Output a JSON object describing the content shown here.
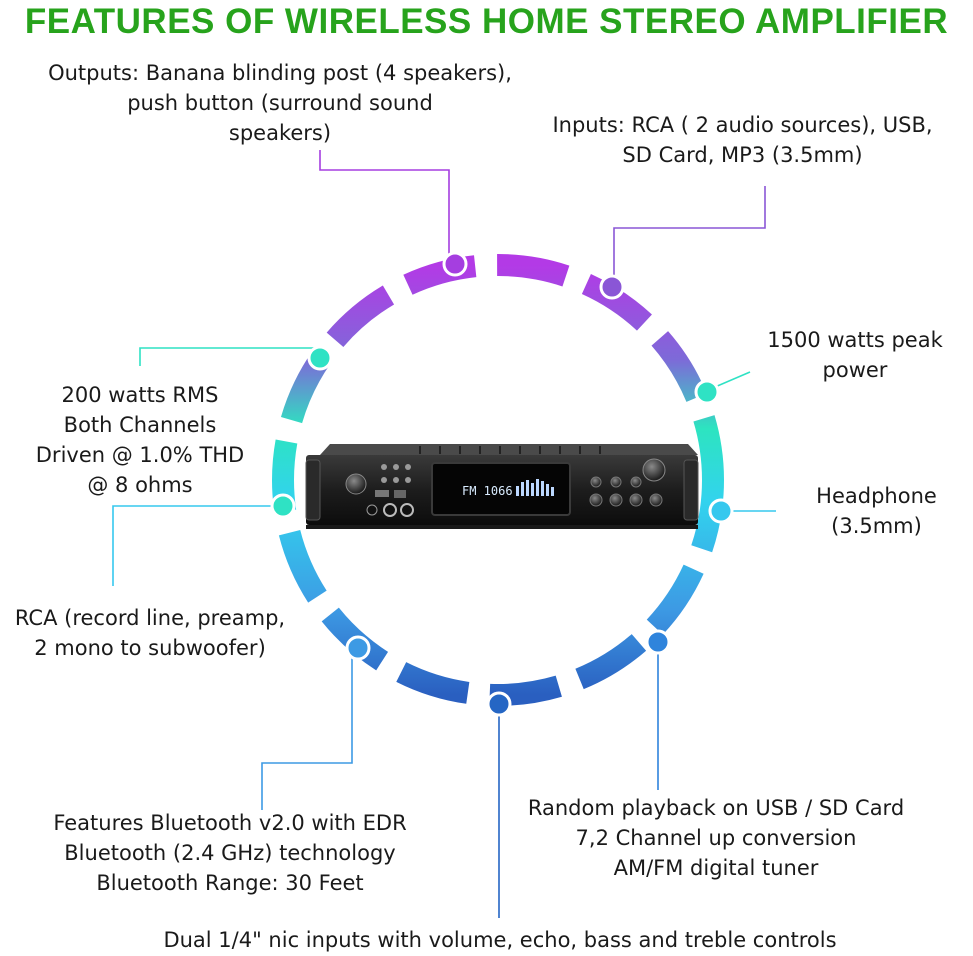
{
  "title": "FEATURES OF WIRELESS HOME STEREO AMPLIFIER",
  "callouts": {
    "outputs": "Outputs: Banana blinding post (4 speakers),\npush button (surround sound\nspeakers)",
    "inputs": "Inputs: RCA ( 2 audio sources), USB,\nSD Card, MP3 (3.5mm)",
    "peak_power": "1500 watts peak\npower",
    "rms": "200 watts RMS\nBoth Channels\nDriven @ 1.0% THD\n@ 8 ohms",
    "headphone": "Headphone\n(3.5mm)",
    "rca": "RCA (record line, preamp,\n2 mono to subwoofer)",
    "bluetooth": "Features Bluetooth v2.0 with EDR\nBluetooth (2.4 GHz) technology\nBluetooth Range: 30 Feet",
    "playback": "Random playback on USB / SD Card\n7,2 Channel up conversion\nAM/FM digital tuner",
    "mic": "Dual 1/4\" nic inputs with volume, echo, bass and treble controls"
  },
  "amplifier": {
    "display_text": "FM 1066"
  },
  "colors": {
    "title": "#27a31c",
    "purple": "#a53ee0",
    "violet": "#8a56d6",
    "teal": "#2fe2c4",
    "cyan": "#36c8ee",
    "blue": "#2f84dc",
    "navy": "#2566c4"
  }
}
